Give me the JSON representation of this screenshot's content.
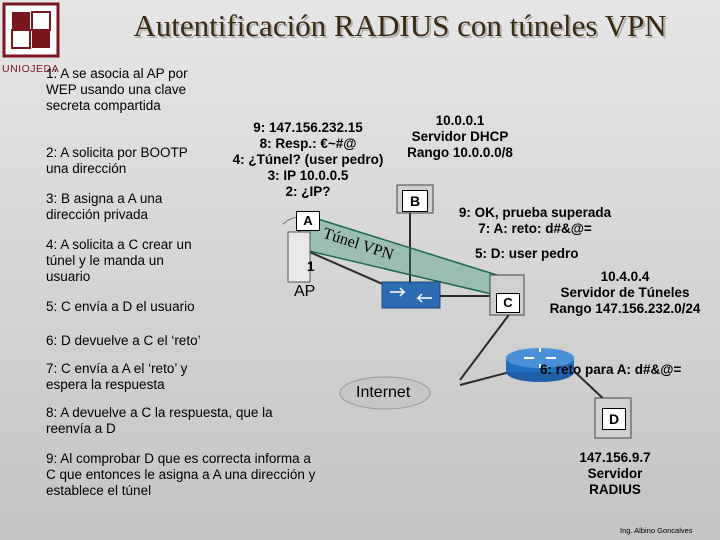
{
  "title": "Autentificación RADIUS con túneles VPN",
  "logo": {
    "text": "UNIOJEDA"
  },
  "steps_left": {
    "s1": "1: A se asocia al AP por WEP usando una clave secreta compartida",
    "s2": "2: A solicita por BOOTP una dirección",
    "s3": "3: B asigna a A una dirección privada",
    "s4": "4: A solicita a C crear un túnel y le manda un usuario",
    "s5": "5: C envía a D el usuario",
    "s6": "6: D devuelve a C el ‘reto’",
    "s7": "7: C envía a A el ‘reto’ y espera la respuesta",
    "s8": "8: A devuelve a C la respuesta, que la reenvía a D",
    "s9": "9: Al comprobar D que es correcta informa a C que entonces le asigna a A una dirección y establece el túnel"
  },
  "center_messages": {
    "m9": "9: 147.156.232.15",
    "m8": "8: Resp.: €~#@",
    "m4": "4: ¿Túnel? (user pedro)",
    "m3": "3: IP 10.0.0.5",
    "m2": "2: ¿IP?"
  },
  "dhcp": {
    "ip": "10.0.0.1",
    "role": "Servidor DHCP",
    "range": "Rango 10.0.0.0/8"
  },
  "right_messages": {
    "m9ok": "9: OK, prueba superada",
    "m7": "7: A: reto: d#&@=",
    "m5": "5: D: user pedro",
    "m6": "6: reto para A: d#&@="
  },
  "tunnel_server": {
    "ip": "10.4.0.4",
    "role": "Servidor de Túneles",
    "range": "Rango 147.156.232.0/24"
  },
  "radius": {
    "ip": "147.156.9.7",
    "role1": "Servidor",
    "role2": "RADIUS"
  },
  "nodes": {
    "a": "A",
    "b": "B",
    "c": "C",
    "d": "D",
    "ap": "AP",
    "ap_num": "1",
    "internet": "Internet"
  },
  "tunnel_label": "Túnel VPN",
  "footer": "Ing. Albino Goncalves",
  "colors": {
    "accent": "#7a1620",
    "router": "#1f6fbf",
    "switch": "#2d6bb3",
    "tunnel": "#2f8f6f"
  }
}
